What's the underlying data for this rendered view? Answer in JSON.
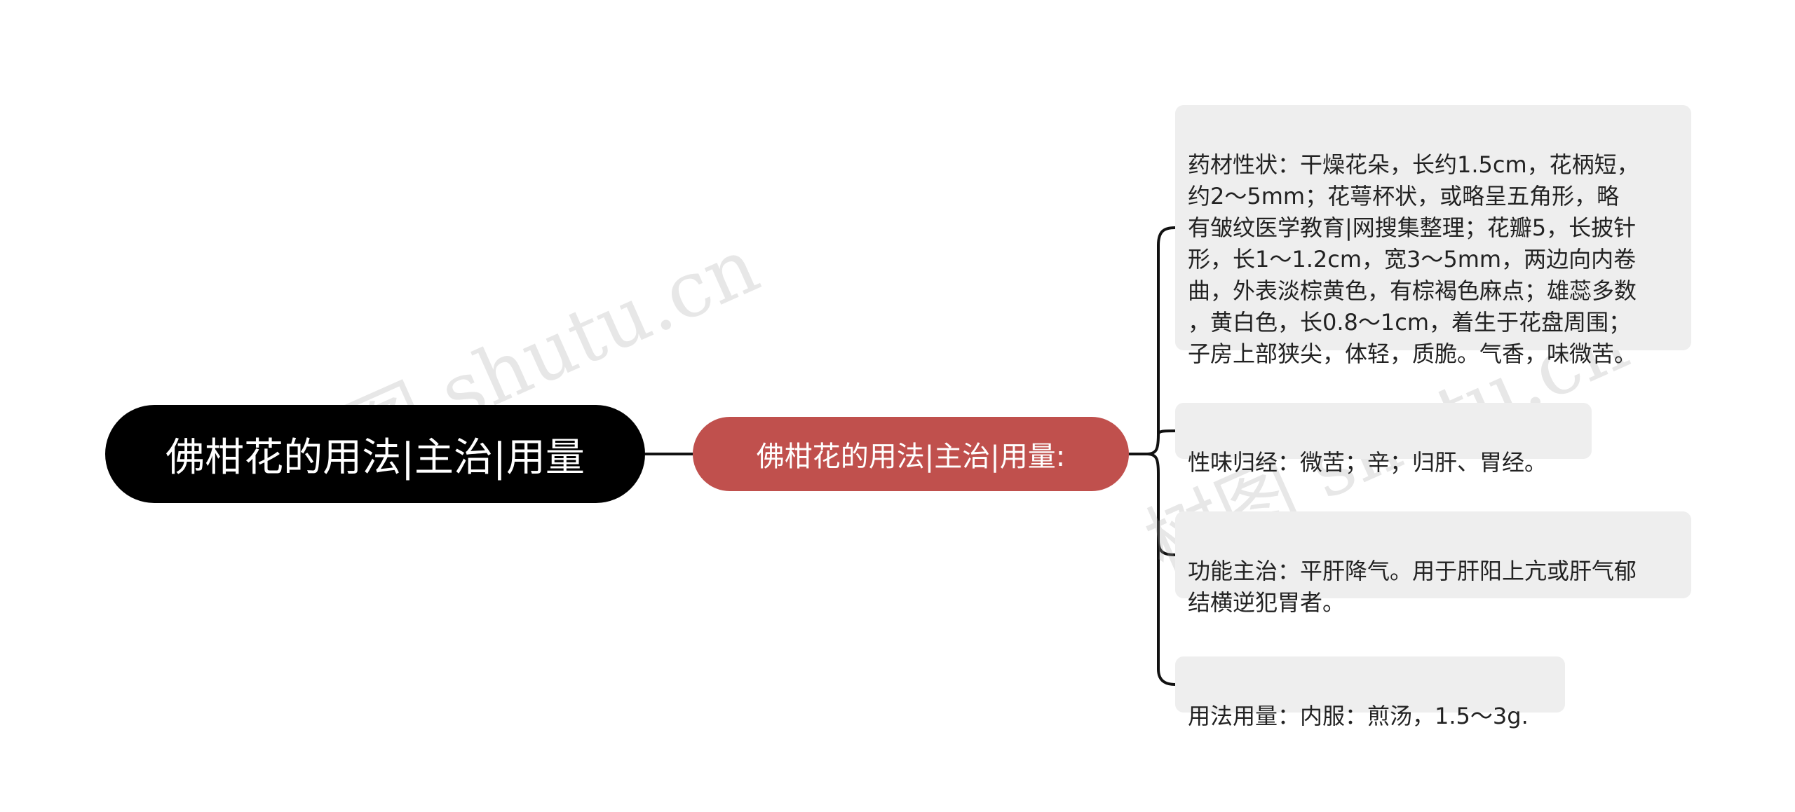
{
  "watermark": {
    "left_text": "树图 shutu.cn",
    "right_text": "树图 shutu.cn"
  },
  "mindmap": {
    "root": {
      "label": "佛柑花的用法|主治|用量"
    },
    "branch": {
      "label": "佛柑花的用法|主治|用量:",
      "color": "#c0504d"
    },
    "leaves": [
      {
        "text": "药材性状：干燥花朵，长约1.5cm，花柄短，\n约2～5mm；花萼杯状，或略呈五角形，略\n有皱纹医学教育|网搜集整理；花瓣5，长披针\n形，长1～1.2cm，宽3～5mm，两边向内卷\n曲，外表淡棕黄色，有棕褐色麻点；雄蕊多数\n，黄白色，长0.8～1cm，着生于花盘周围；\n子房上部狭尖，体轻，质脆。气香，味微苦。"
      },
      {
        "text": "性味归经：微苦；辛；归肝、胃经。"
      },
      {
        "text": "功能主治：平肝降气。用于肝阳上亢或肝气郁\n结横逆犯胃者。"
      },
      {
        "text": "用法用量：内服：煎汤，1.5～3g."
      }
    ]
  }
}
